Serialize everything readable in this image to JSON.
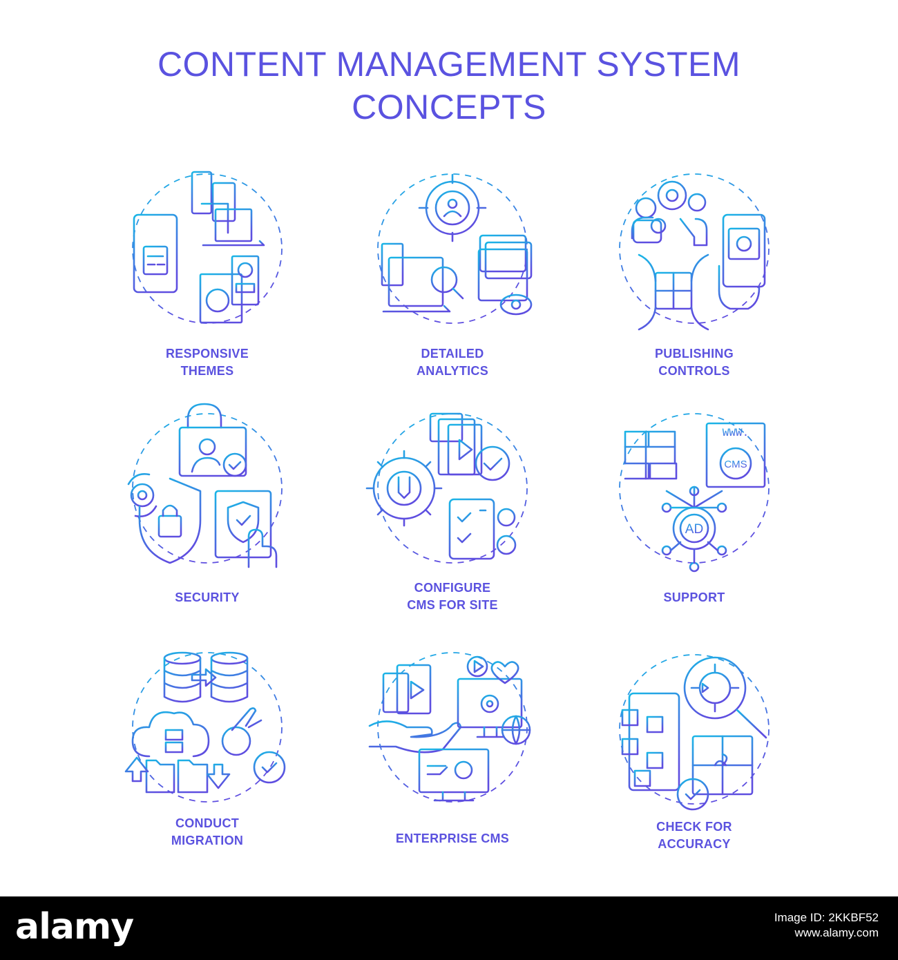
{
  "title": {
    "line1": "CONTENT MANAGEMENT SYSTEM",
    "line2": "CONCEPTS"
  },
  "concepts": [
    {
      "line1": "RESPONSIVE",
      "line2": "THEMES",
      "icon": "responsive-devices-icon"
    },
    {
      "line1": "DETAILED",
      "line2": "ANALYTICS",
      "icon": "analytics-target-icon"
    },
    {
      "line1": "PUBLISHING",
      "line2": "CONTROLS",
      "icon": "team-puzzle-icon"
    },
    {
      "line1": "SECURITY",
      "line2": "",
      "icon": "lock-shield-icon"
    },
    {
      "line1": "CONFIGURE",
      "line2": "CMS FOR SITE",
      "icon": "gear-wrench-icon"
    },
    {
      "line1": "SUPPORT",
      "line2": "",
      "icon": "hands-cms-ad-icon"
    },
    {
      "line1": "CONDUCT",
      "line2": "MIGRATION",
      "icon": "database-cloud-icon"
    },
    {
      "line1": "ENTERPRISE CMS",
      "line2": "",
      "icon": "media-monitor-globe-icon"
    },
    {
      "line1": "CHECK FOR",
      "line2": "ACCURACY",
      "icon": "magnifier-puzzle-icon"
    }
  ],
  "icon_text": {
    "www": "WWW.",
    "cms": "CMS",
    "ad": "AD"
  },
  "footer": {
    "brand": "alamy",
    "image_id": "Image ID: 2KKBF52",
    "site": "www.alamy.com"
  },
  "colors": {
    "title": "#5a52e0",
    "gradient_start": "#19b6e6",
    "gradient_end": "#5e4ee0",
    "footer": "#000000"
  }
}
